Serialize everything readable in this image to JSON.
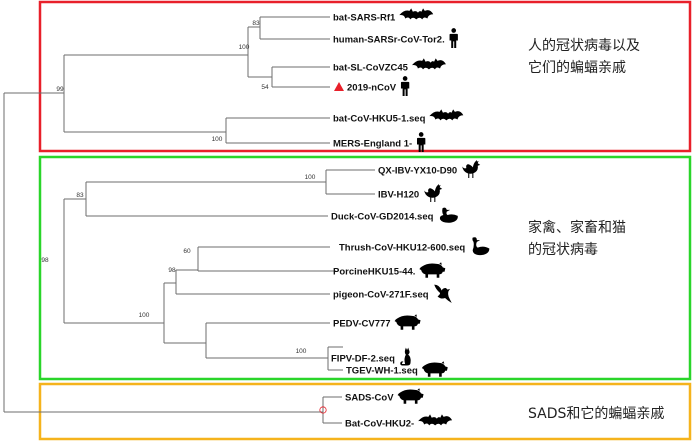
{
  "groups": [
    {
      "id": "human",
      "color": "#e8202a",
      "note": [
        "人的冠状病毒以及",
        "它们的蝙蝠亲戚"
      ]
    },
    {
      "id": "animal",
      "color": "#2ad52a",
      "note": [
        "家禽、家畜和猫",
        "的冠状病毒"
      ]
    },
    {
      "id": "sads",
      "color": "#f5b31c",
      "note": [
        "SADS和它的蝙蝠亲戚"
      ]
    }
  ],
  "leaves": [
    {
      "label": "bat-SARS-Rf1",
      "host": "bat"
    },
    {
      "label": "human-SARSr-CoV-Tor2.",
      "host": "human"
    },
    {
      "label": "bat-SL-CoVZC45",
      "host": "bat"
    },
    {
      "label": "2019-nCoV",
      "host": "human",
      "marker": "triangle",
      "marker_color": "#e8202a"
    },
    {
      "label": "bat-CoV-HKU5-1.seq",
      "host": "bat"
    },
    {
      "label": "MERS-England 1-",
      "host": "human"
    },
    {
      "label": "QX-IBV-YX10-D90",
      "host": "chicken"
    },
    {
      "label": "IBV-H120",
      "host": "chicken"
    },
    {
      "label": "Duck-CoV-GD2014.seq",
      "host": "duck"
    },
    {
      "label": "Thrush-CoV-HKU12-600.seq",
      "host": "goose"
    },
    {
      "label": "PorcineHKU15-44.",
      "host": "pig"
    },
    {
      "label": "pigeon-CoV-271F.seq",
      "host": "pigeon"
    },
    {
      "label": "PEDV-CV777",
      "host": "pig"
    },
    {
      "label": "FIPV-DF-2.seq",
      "host": "cat"
    },
    {
      "label": "TGEV-WH-1.seq",
      "host": "pig"
    },
    {
      "label": "SADS-CoV",
      "host": "pig"
    },
    {
      "label": "Bat-CoV-HKU2-",
      "host": "bat"
    }
  ],
  "bootstrap": [
    "83",
    "100",
    "54",
    "100",
    "99",
    "100",
    "83",
    "60",
    "98",
    "100",
    "100",
    "98"
  ]
}
